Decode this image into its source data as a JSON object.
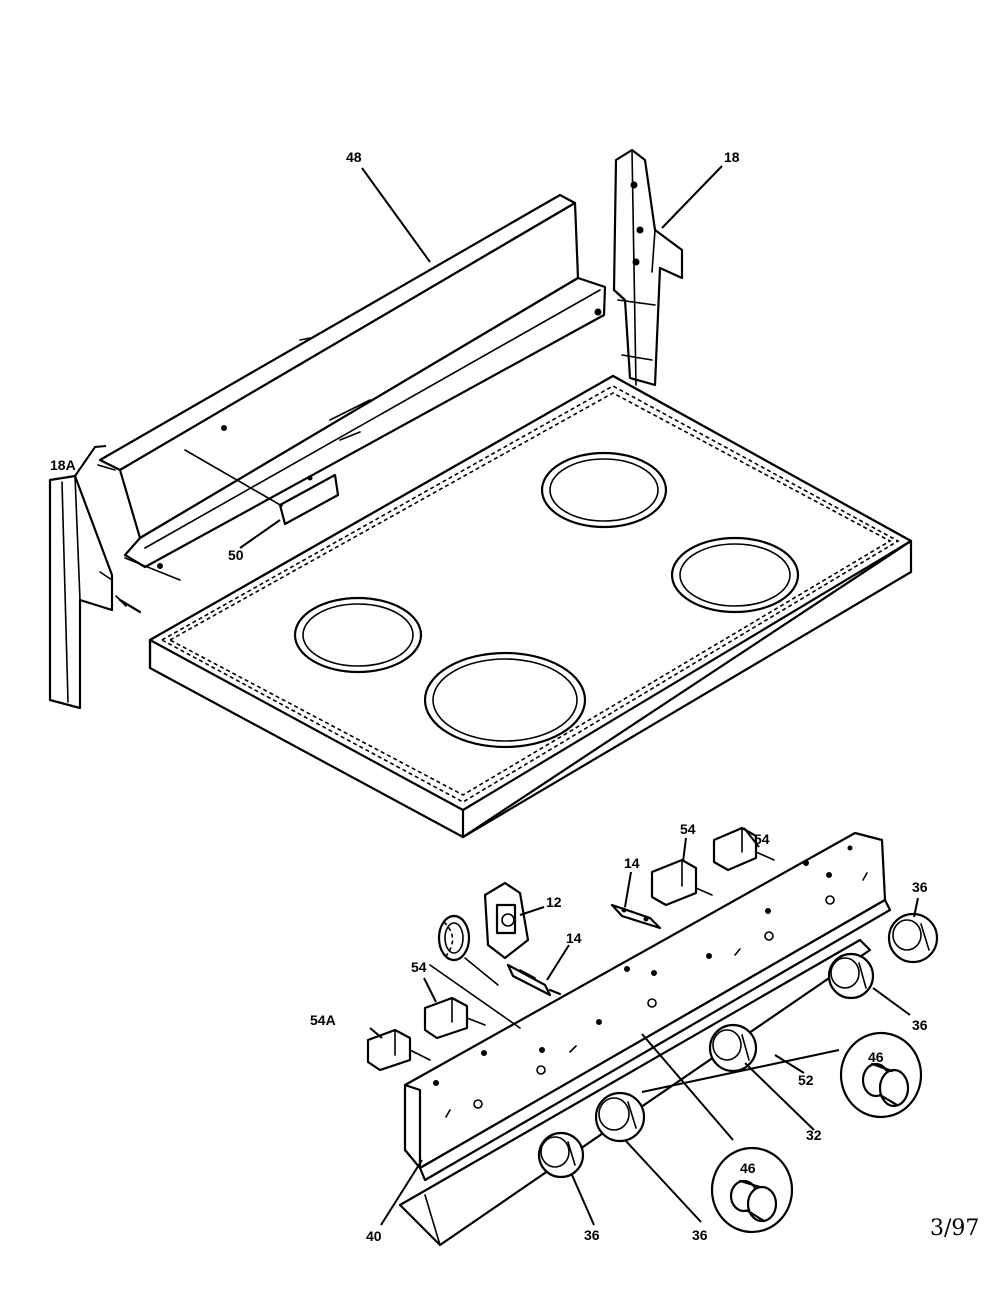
{
  "callouts": {
    "backguard": "48",
    "end_cap_right": "18",
    "end_cap_left": "18A",
    "nameplate": "50",
    "switch_a": "54",
    "switch_b": "54",
    "switch_c": "54",
    "switch_54a": "54A",
    "terminal_left": "14",
    "terminal_mid": "14",
    "infinite_switch": "12",
    "knob_top_right": "36",
    "knob_right": "36",
    "knob_bottom_left": "36",
    "knob_bottom_mid": "36",
    "control_panel": "40",
    "shaft": "32",
    "panel_bracket": "52",
    "knob_detail_right": "46",
    "knob_detail_bottom": "46"
  },
  "stamp": "3/97"
}
